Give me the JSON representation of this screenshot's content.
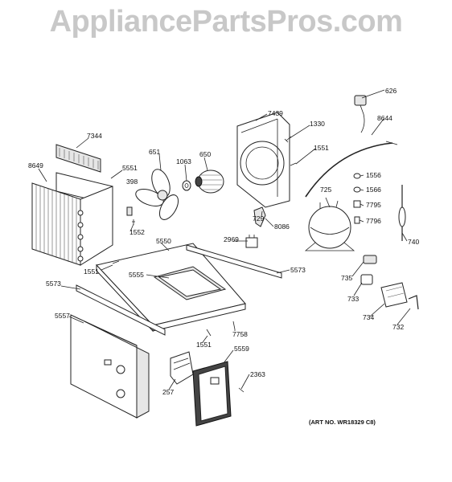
{
  "watermark": "AppliancePartsPros.com",
  "art_no": "(ART NO. WR18329 C8)",
  "labels": {
    "p626": "626",
    "p7439": "7439",
    "p1330": "1330",
    "p8644": "8644",
    "p1551a": "1551",
    "p7344": "7344",
    "p651": "651",
    "p1063": "1063",
    "p650": "650",
    "p8649": "8649",
    "p5551": "5551",
    "p398": "398",
    "p1556": "1556",
    "p725": "725",
    "p1566": "1566",
    "p7795": "7795",
    "p729": "729",
    "p7796": "7796",
    "p8086": "8086",
    "p1552": "1552",
    "p740": "740",
    "p5550": "5550",
    "p2969": "2969",
    "p5573a": "5573",
    "p1551b": "1551",
    "p5555": "5555",
    "p735": "735",
    "p5573b": "5573",
    "p733": "733",
    "p734": "734",
    "p732": "732",
    "p5557": "5557",
    "p7758": "7758",
    "p1551c": "1551",
    "p5559": "5559",
    "p2363": "2363",
    "p257": "257"
  }
}
